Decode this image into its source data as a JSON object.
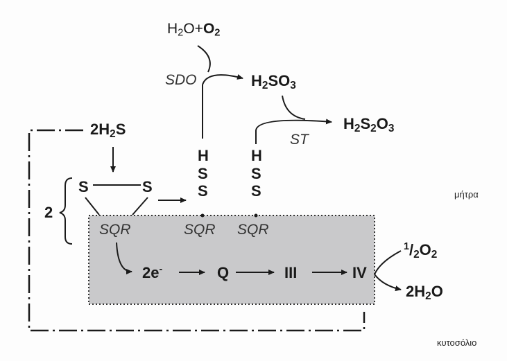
{
  "molecules": {
    "h2o": "H",
    "h2o_sub": "2",
    "h2o_rest": "O+",
    "o2": "O",
    "o2_sub": "2",
    "h2so3_h": "H",
    "h2so3_sub1": "2",
    "h2so3_so": "SO",
    "h2so3_sub2": "3",
    "h2s2o3_h": "H",
    "h2s2o3_sub1": "2",
    "h2s2o3_s": "S",
    "h2s2o3_sub2": "2",
    "h2s2o3_o": "O",
    "h2s2o3_sub3": "3",
    "two_h2s_pre": "2H",
    "two_h2s_sub": "2",
    "two_h2s_s": "S",
    "half_sup": "1",
    "half_sub": "2",
    "half_o": "O",
    "half_o_sub": "2",
    "two_h2o_pre": "2H",
    "two_h2o_sub": "2",
    "two_h2o_o": "O"
  },
  "enzymes": {
    "sdo": "SDO",
    "st": "ST",
    "sqr": "SQR"
  },
  "atoms": {
    "h": "H",
    "s": "S"
  },
  "chain": {
    "electrons": "2e",
    "electrons_sup": "-",
    "q": "Q",
    "complex3": "III",
    "complex4": "IV"
  },
  "stoich": "2",
  "compartments": {
    "matrix": "μήτρα",
    "cytosol": "κυτοσόλιο"
  },
  "colors": {
    "membrane_fill": "#c9c9cb",
    "line": "#1a1a1a"
  }
}
